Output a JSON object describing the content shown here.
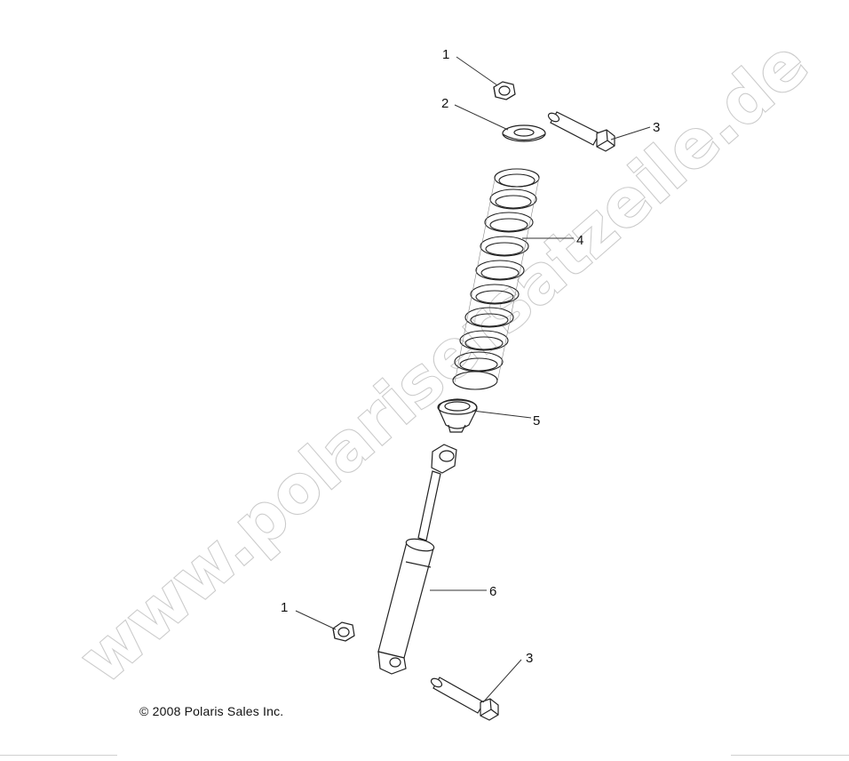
{
  "diagram": {
    "callouts": [
      {
        "id": "c1-top",
        "label": "1"
      },
      {
        "id": "c2",
        "label": "2"
      },
      {
        "id": "c3-top",
        "label": "3"
      },
      {
        "id": "c4",
        "label": "4"
      },
      {
        "id": "c5",
        "label": "5"
      },
      {
        "id": "c6",
        "label": "6"
      },
      {
        "id": "c1-bottom",
        "label": "1"
      },
      {
        "id": "c3-bottom",
        "label": "3"
      }
    ],
    "copyright": "© 2008 Polaris Sales Inc.",
    "watermark": "www.polarisersatzeile.de"
  }
}
